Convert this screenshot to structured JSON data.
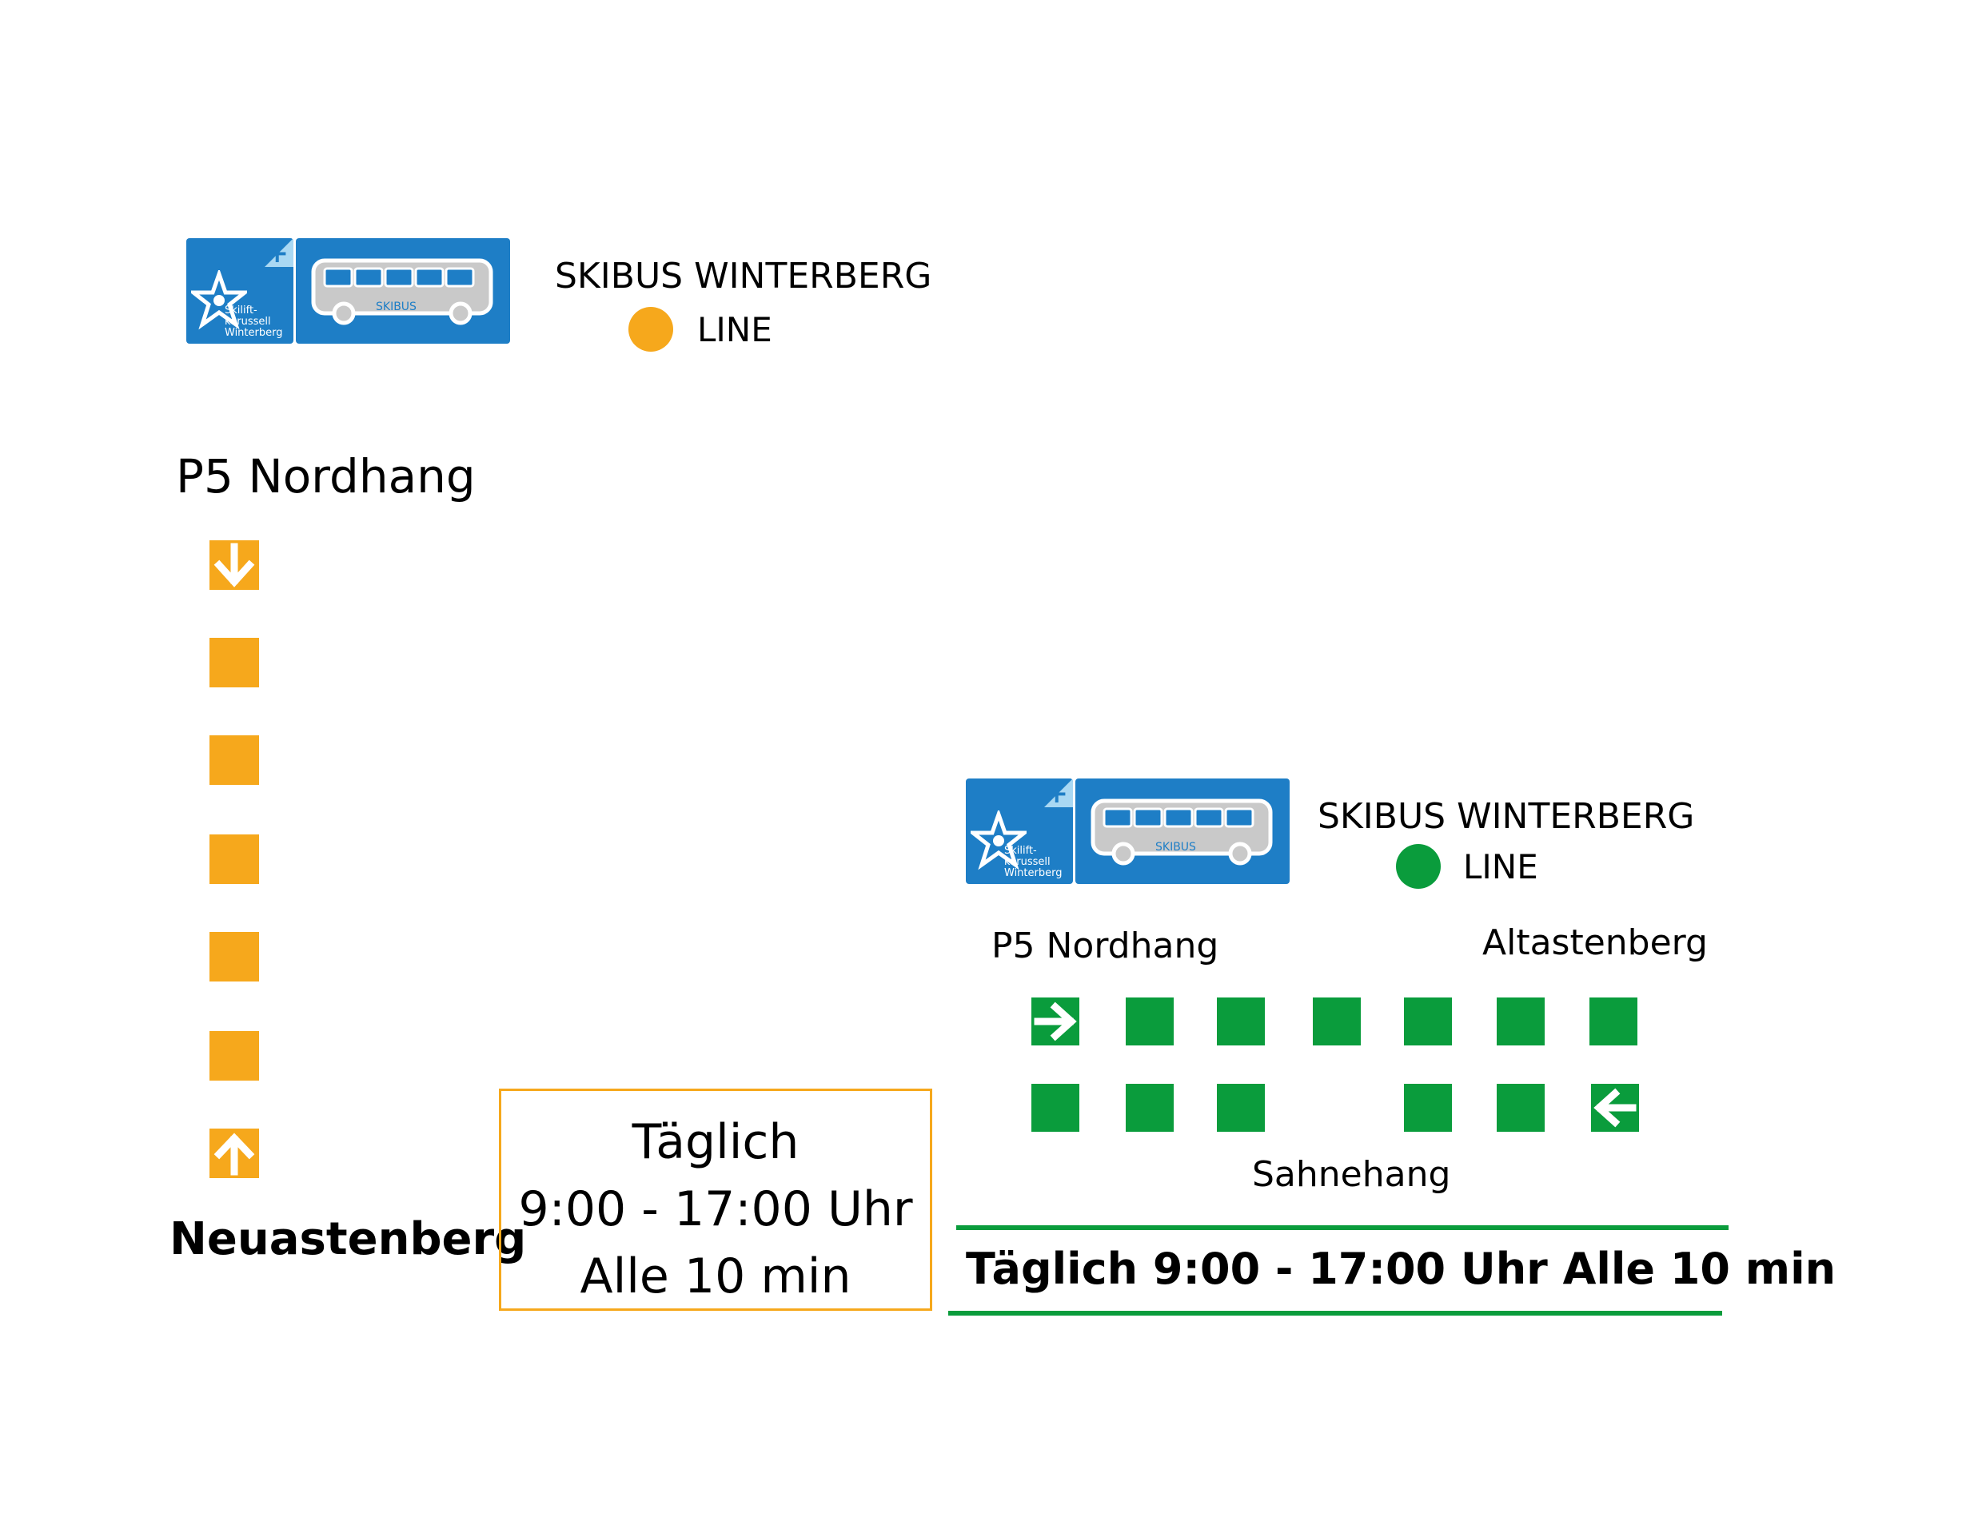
{
  "colors": {
    "orange": "#f6a81c",
    "green": "#0a9c3c",
    "blue": "#1e7ec6",
    "light_blue": "#a9d8f3"
  },
  "logo": {
    "line1": "Skilift-",
    "line2": "karussell",
    "line3": "Winterberg",
    "bus_text": "SKIBUS"
  },
  "orange_line": {
    "title": "SKIBUS WINTERBERG",
    "line_label": "LINE",
    "start_stop": "P5 Nordhang",
    "end_stop": "Neuastenberg",
    "schedule": {
      "line1": "Täglich",
      "line2": "9:00 - 17:00 Uhr",
      "line3": "Alle 10 min"
    }
  },
  "green_line": {
    "title": "SKIBUS WINTERBERG",
    "line_label": "LINE",
    "stop_left": "P5 Nordhang",
    "stop_right": "Altastenberg",
    "stop_bottom": "Sahnehang",
    "schedule": "Täglich 9:00 - 17:00 Uhr Alle 10 min"
  }
}
